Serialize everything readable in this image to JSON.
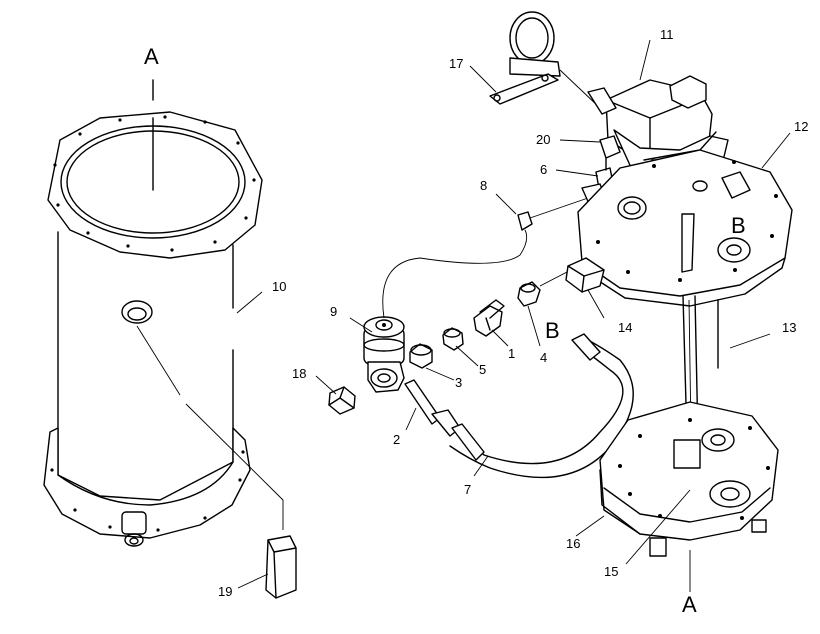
{
  "callouts": {
    "n1": "1",
    "n2": "2",
    "n3": "3",
    "n4": "4",
    "n5": "5",
    "n6": "6",
    "n7": "7",
    "n8": "8",
    "n9": "9",
    "n10": "10",
    "n11": "11",
    "n12": "12",
    "n13": "13",
    "n14": "14",
    "n15": "15",
    "n16": "16",
    "n17": "17",
    "n18": "18",
    "n19": "19",
    "n20": "20"
  },
  "letters": {
    "a_top": "A",
    "a_bottom": "A",
    "b_hose": "B",
    "b_plate": "B"
  }
}
